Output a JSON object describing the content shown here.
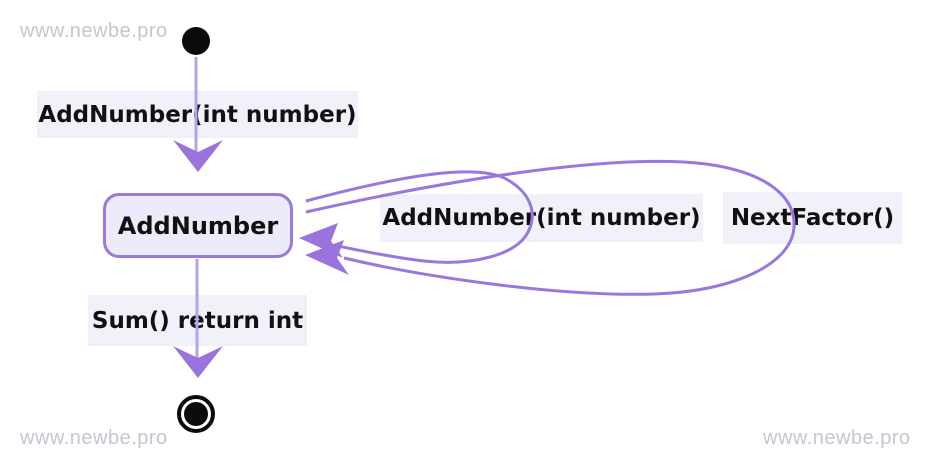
{
  "watermarks": {
    "top_left": "www.newbe.pro",
    "bottom_left": "www.newbe.pro",
    "bottom_right": "www.newbe.pro"
  },
  "diagram": {
    "type": "uml-state-diagram",
    "states": [
      {
        "id": "AddNumber",
        "label": "AddNumber",
        "shape": "rounded-rect"
      }
    ],
    "initial_state": {
      "shape": "filled-circle"
    },
    "final_state": {
      "shape": "ringed-circle"
    },
    "transitions": [
      {
        "from": "initial",
        "to": "AddNumber",
        "label": "AddNumber(int number)"
      },
      {
        "from": "AddNumber",
        "to": "AddNumber",
        "label": "AddNumber(int number)",
        "kind": "self-loop-inner"
      },
      {
        "from": "AddNumber",
        "to": "AddNumber",
        "label": "NextFactor()",
        "kind": "self-loop-outer"
      },
      {
        "from": "AddNumber",
        "to": "final",
        "label": "Sum() return int"
      }
    ]
  },
  "colors": {
    "background": "#ffffff",
    "loop_stroke": "#9878dc",
    "straight_line_stroke": "#b4a3e7",
    "arrowhead_fill": "#9a74dc",
    "state_fill": "#edeafa",
    "state_border": "#9b78dd",
    "label_background": "#f1f1f9",
    "text": "#111111",
    "terminal_node": "#0b0b0b",
    "watermark": "#c4c6d1"
  }
}
